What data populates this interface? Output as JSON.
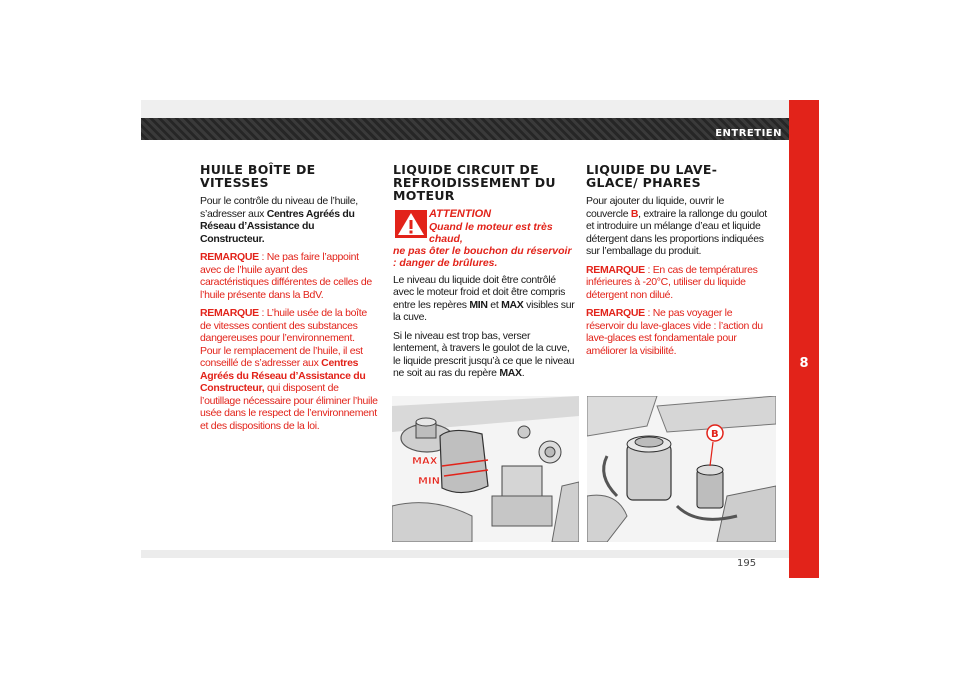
{
  "header": {
    "section": "ENTRETIEN"
  },
  "side_tab": {
    "chapter": "8"
  },
  "page": {
    "number": "195"
  },
  "col1": {
    "title": "HUILE BOÎTE DE VITESSES",
    "p1_a": "Pour le contrôle du niveau de l’huile, s’adresser aux ",
    "p1_b": "Centres Agréés du Réseau d’Assistance du Constructeur.",
    "p2_label": "REMARQUE",
    "p2_text": " : Ne pas faire l’appoint avec de l’huile ayant des caractéristiques différentes de celles de l’huile présente dans la BdV.",
    "p3_label": "REMARQUE",
    "p3_a": " : L’huile usée de la boîte de vitesses contient des substances dangereuses pour l’environnement. Pour le remplacement de l’huile, il est conseillé de s’adresser aux ",
    "p3_b": "Centres Agréés du Réseau d’Assistance du Constructeur,",
    "p3_c": " qui disposent de l’outillage nécessaire pour éliminer l’huile usée dans le respect de l’environnement et des dispositions de la loi."
  },
  "col2": {
    "title": "LIQUIDE CIRCUIT DE REFROIDISSEMENT DU MOTEUR",
    "warn_title": "ATTENTION",
    "warn_line1": "Quand le moteur est très chaud,",
    "warn_line2": "ne pas ôter le bouchon du réservoir : danger de brûlures.",
    "p1_a": "Le niveau du liquide doit être contrôlé avec le moteur froid et doit être compris entre les repères ",
    "p1_min": "MIN",
    "p1_et": " et ",
    "p1_max": "MAX",
    "p1_b": " visibles sur la cuve.",
    "p2_a": "Si le niveau est trop bas, verser lentement, à travers le goulot de la cuve, le liquide prescrit jusqu’à ce que le niveau ne soit au ras du repère ",
    "p2_max": "MAX",
    "p2_b": ".",
    "photo_label_max": "MAX",
    "photo_label_min": "MIN"
  },
  "col3": {
    "title": "LIQUIDE DU LAVE-GLACE/ PHARES",
    "p1_a": "Pour ajouter du liquide, ouvrir le couvercle ",
    "p1_b_letter": "B",
    "p1_c": ", extraire la rallonge du goulot et introduire un mélange d’eau et liquide détergent dans les proportions indiquées sur l’emballage du produit.",
    "p2_label": "REMARQUE",
    "p2_text": " : En cas de températures inférieures à -20°C, utiliser du liquide détergent non dilué.",
    "p3_label": "REMARQUE",
    "p3_text": " : Ne pas voyager le réservoir du lave-glaces vide : l’action du lave-glaces est fondamentale pour améliorer la visibilité.",
    "photo_label_b": "B"
  },
  "colors": {
    "accent": "#e2231a",
    "band": "#2e2e2e"
  }
}
